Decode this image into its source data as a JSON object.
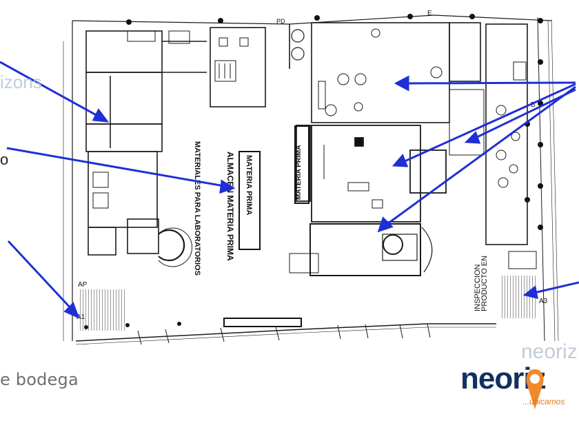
{
  "caption": "e bodega",
  "brand": {
    "name": "neoriz",
    "tagline": "...ubicamos",
    "watermark_left": "izons",
    "watermark_right": "neoriz",
    "colors": {
      "navy": "#12305e",
      "orange": "#d97a1c",
      "watermark": "#b8c4d0"
    }
  },
  "edge_text": "o",
  "plan": {
    "labels": {
      "pd": "PD",
      "materia_prima_vertical": "MATERIA PRIMA",
      "almacen": "ALMACEN MATERIA PRIMA",
      "materia_prima_box": "MATERIA PRIMA",
      "materiales_lab": "MATERIALES PARA LABORATORIOS",
      "producto_inspeccion_1": "PRODUCTO EN",
      "producto_inspeccion_2": "INSPECCION",
      "ap": "AP",
      "a1": "A1",
      "a3": "A3",
      "b": "B",
      "e": "E"
    },
    "line_color": "#1a1a1a",
    "arrow_color": "#1f2fd6"
  }
}
